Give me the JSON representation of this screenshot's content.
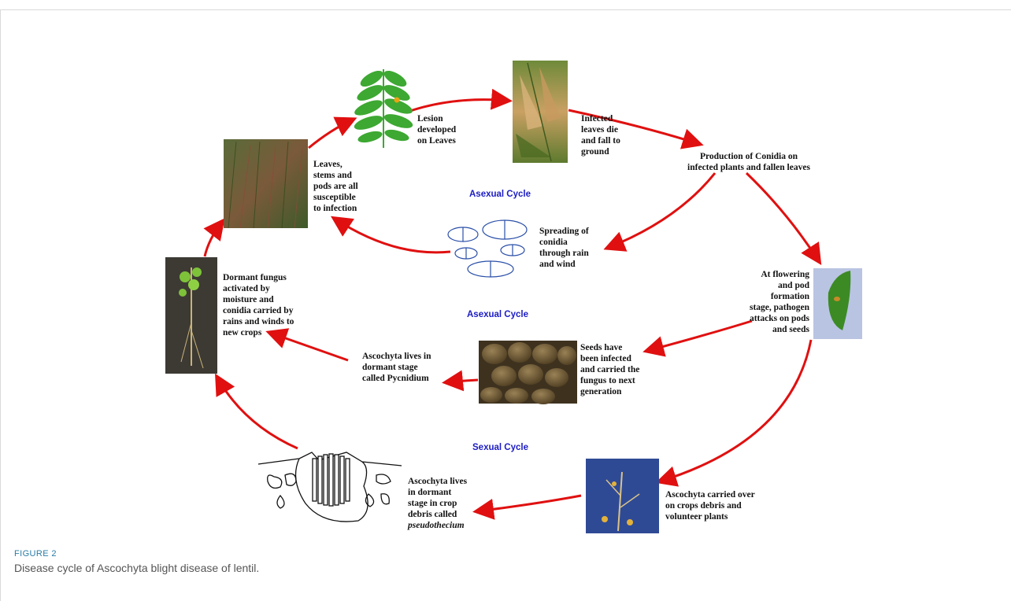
{
  "figure": {
    "label": "FIGURE 2",
    "caption": "Disease cycle of Ascochyta blight disease of lentil."
  },
  "cycles": {
    "asexual_top": "Asexual Cycle",
    "asexual_middle": "Asexual Cycle",
    "sexual": "Sexual Cycle"
  },
  "stages": {
    "lesion": [
      "Lesion",
      "developed",
      "on Leaves"
    ],
    "infected_leaves": [
      "Infected",
      "leaves die",
      "and fall to",
      "ground"
    ],
    "conidia_production": [
      "Production of Conidia on",
      "infected plants and fallen leaves"
    ],
    "susceptible": [
      "Leaves,",
      "stems and",
      "pods are all",
      "susceptible",
      "to infection"
    ],
    "spreading": [
      "Spreading of",
      "conidia",
      "through rain",
      "and wind"
    ],
    "flowering": [
      "At flowering",
      "and pod",
      "formation",
      "stage, pathogen",
      "attacks on pods",
      "and seeds"
    ],
    "dormant_activated": [
      "Dormant fungus",
      "activated by",
      "moisture and",
      "conidia carried by",
      "rains and winds to",
      "new crops"
    ],
    "pycnidium": [
      "Ascochyta lives in",
      "dormant stage",
      "called Pycnidium"
    ],
    "seeds": [
      "Seeds have",
      "been infected",
      "and carried the",
      "fungus to next",
      "generation"
    ],
    "crop_debris": [
      "Ascochyta carried over",
      "on crops debris and",
      "volunteer plants"
    ],
    "pseudothecium": [
      "Ascochyta lives",
      "in dormant",
      "stage in crop",
      "debris called"
    ],
    "pseudothecium_term": "pseudothecium"
  },
  "colors": {
    "arrow": "#e01010",
    "cycle_label": "#1c1cc4",
    "figure_label": "#2a7ca6",
    "caption": "#555555",
    "conidia_outline": "#2a4fa8"
  },
  "images": [
    "leaf-drawing",
    "infected-leaves-photo",
    "field-photo",
    "conidia-drawing",
    "pod-leaf-photo",
    "seedling-photo",
    "seeds-photo",
    "debris-plant-photo",
    "pseudothecium-drawing"
  ]
}
